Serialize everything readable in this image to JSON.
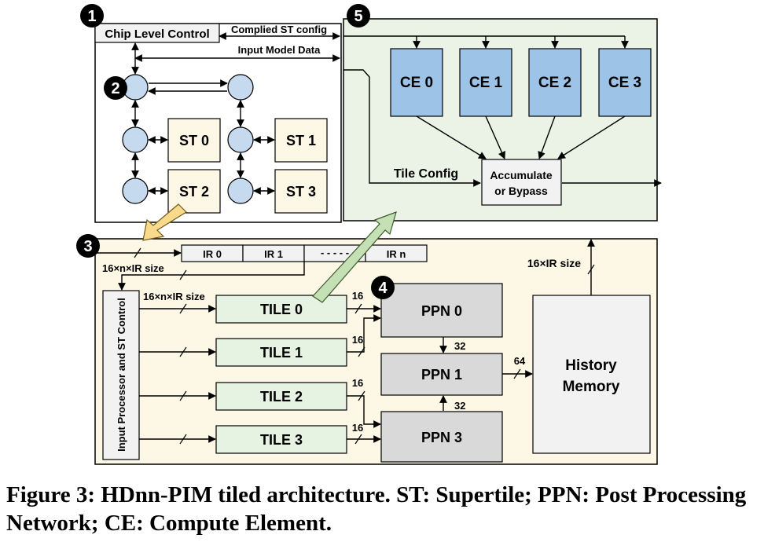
{
  "badges": {
    "b1": "1",
    "b2": "2",
    "b3": "3",
    "b4": "4",
    "b5": "5"
  },
  "chip": {
    "control_label": "Chip Level Control",
    "compiled_config_label": "Complied ST config",
    "input_model_label": "Input Model Data",
    "supertiles": [
      "ST 0",
      "ST 1",
      "ST 2",
      "ST 3"
    ]
  },
  "tile_detail": {
    "compute_elements": [
      "CE 0",
      "CE 1",
      "CE 2",
      "CE 3"
    ],
    "tile_config_label": "Tile Config",
    "accumulate_line1": "Accumulate",
    "accumulate_line2": "or Bypass"
  },
  "supertile_detail": {
    "input_registers": [
      "IR 0",
      "IR 1",
      "- - - - -",
      "IR n"
    ],
    "bus_width_top": "16×n×IR size",
    "bus_width_tiles": "16×n×IR size",
    "output_width": "16×IR size",
    "input_processor_label": "Input Processor and ST Control",
    "tiles": [
      "TILE 0",
      "TILE 1",
      "TILE 2",
      "TILE 3"
    ],
    "tile_to_ppn_widths": [
      "16",
      "16",
      "16",
      "16"
    ],
    "ppns": [
      "PPN 0",
      "PPN 1",
      "PPN 3"
    ],
    "ppn_link_widths": [
      "32",
      "32"
    ],
    "history_link_width": "64",
    "history_line1": "History",
    "history_line2": "Memory"
  },
  "colors": {
    "supertile_fill": "#fdf8e6",
    "tile_fill": "#e6f2e2",
    "ce_fill": "#9dc3e6",
    "node_fill": "#c5d9ef",
    "ppn_fill": "#d9d9d9",
    "history_fill": "#f2f2f2",
    "highlight_arrow_yellow": "#f9d98a",
    "highlight_arrow_green": "#c5e0b4"
  },
  "caption": "Figure 3: HDnn-PIM tiled architecture. ST: Supertile; PPN: Post Processing Network; CE: Compute Element."
}
